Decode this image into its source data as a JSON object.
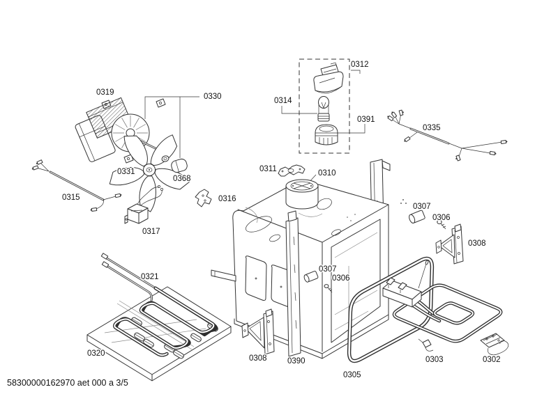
{
  "page": {
    "background": "#ffffff",
    "line_color": "#333333",
    "label_color": "#111111"
  },
  "footer": {
    "text": "58300000162970 aet 000 a 3/5"
  },
  "labels": [
    {
      "text": "0319",
      "part": "fan-motor"
    },
    {
      "text": "0330",
      "part": "fan-assembly-callout"
    },
    {
      "text": "0331",
      "part": "fan-impeller"
    },
    {
      "text": "0368",
      "part": "fastener-nut"
    },
    {
      "text": "0312",
      "part": "lamp-assembly"
    },
    {
      "text": "0314",
      "part": "lamp-bulb"
    },
    {
      "text": "0391",
      "part": "lamp-glass-cover"
    },
    {
      "text": "0335",
      "part": "wiring-harness-right"
    },
    {
      "text": "0311",
      "part": "clamp-plate"
    },
    {
      "text": "0310",
      "part": "vent-chimney"
    },
    {
      "text": "0316",
      "part": "fastening-clip"
    },
    {
      "text": "0315",
      "part": "wiring-harness-left"
    },
    {
      "text": "0317",
      "part": "thermal-switch"
    },
    {
      "text": "0307",
      "part": "spacer-bushing-upper"
    },
    {
      "text": "0306",
      "part": "screw-upper"
    },
    {
      "text": "0308",
      "part": "support-bracket-right"
    },
    {
      "text": "0307",
      "part": "spacer-bushing-inner"
    },
    {
      "text": "0306",
      "part": "screw-inner"
    },
    {
      "text": "0321",
      "part": "lower-heating-element"
    },
    {
      "text": "0320",
      "part": "base-tray"
    },
    {
      "text": "0308",
      "part": "support-bracket-left"
    },
    {
      "text": "0390",
      "part": "oven-cavity"
    },
    {
      "text": "0305",
      "part": "frame-ring"
    },
    {
      "text": "0303",
      "part": "grill-heating-element"
    },
    {
      "text": "0302",
      "part": "mounting-bracket-small"
    }
  ]
}
